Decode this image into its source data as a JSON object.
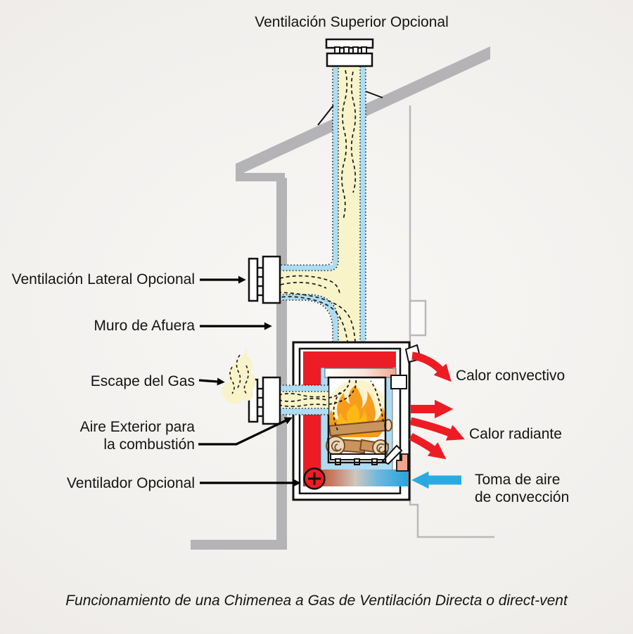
{
  "title": "Ventilación Superior Opcional",
  "caption": "Funcionamiento de una Chimenea a Gas de Ventilación Directa o direct-vent",
  "labels": {
    "lateral": "Ventilación Lateral Opcional",
    "muro": "Muro de Afuera",
    "escape": "Escape del Gas",
    "aire_line1": "Aire Exterior para",
    "aire_line2": "la combustión",
    "ventilador": "Ventilador Opcional",
    "convectivo": "Calor convectivo",
    "radiante": "Calor radiante",
    "toma_line1": "Toma de aire",
    "toma_line2": "de convección"
  },
  "colors": {
    "background": "#f1efec",
    "structure_gray": "#b4b4b7",
    "pipe_blue": "#aedcf2",
    "pipe_cream": "#f8f3c9",
    "fire_red": "#ee1c25",
    "heat_arrow_red": "#ed1c24",
    "intake_arrow_blue": "#29abe2",
    "flame_orange": "#f89c1c",
    "flame_yellow": "#fdb913",
    "log_brown": "#c9955c",
    "text": "#141414"
  }
}
